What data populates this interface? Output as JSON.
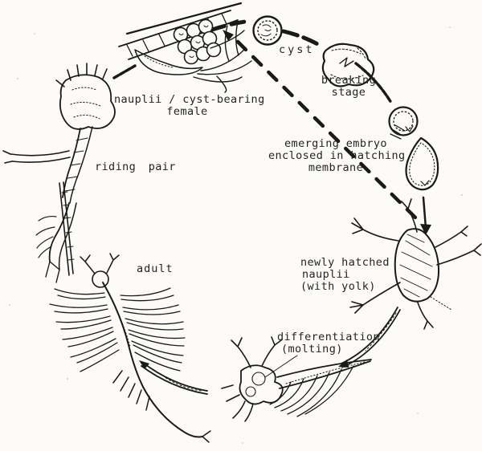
{
  "colors": {
    "ink": "#1a1a1a",
    "paper": "#fcfbf8"
  },
  "stages": [
    {
      "id": "cyst-bearing-female",
      "lines": [
        "nauplii / cyst-bearing",
        "female"
      ]
    },
    {
      "id": "cyst",
      "lines": [
        "cyst"
      ]
    },
    {
      "id": "breaking-stage",
      "lines": [
        "breaking",
        "stage"
      ]
    },
    {
      "id": "emerging-embryo",
      "lines": [
        "emerging embryo",
        "enclosed in hatching",
        "membrane"
      ]
    },
    {
      "id": "newly-hatched-nauplii",
      "lines": [
        "newly hatched",
        "nauplii",
        "(with yolk)"
      ]
    },
    {
      "id": "differentiation",
      "lines": [
        "differentiation",
        "(molting)"
      ]
    },
    {
      "id": "adult",
      "lines": [
        "adult"
      ]
    },
    {
      "id": "riding-pair",
      "lines": [
        "riding pair"
      ]
    }
  ]
}
